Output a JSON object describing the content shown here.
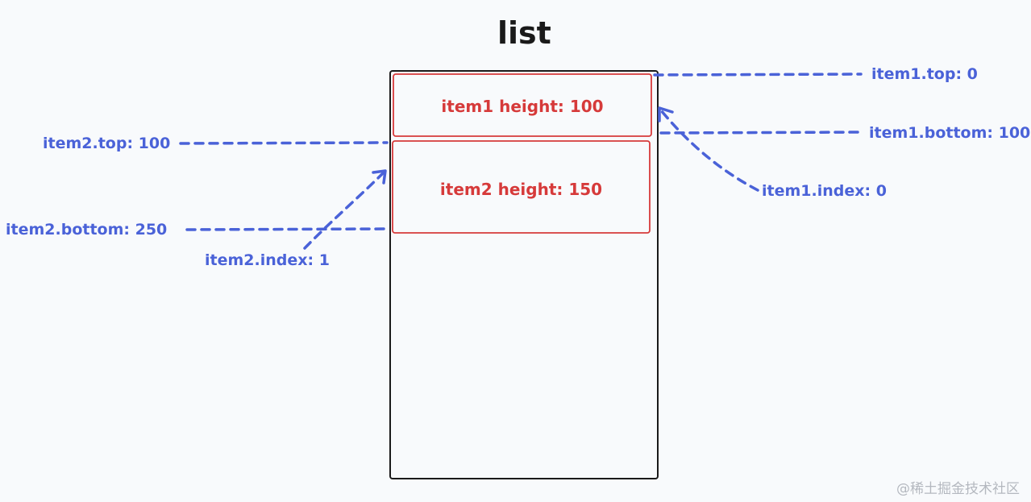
{
  "diagram": {
    "title": "list",
    "items": [
      {
        "label": "item1 height: 100"
      },
      {
        "label": "item2 height: 150"
      }
    ],
    "annotations": {
      "item1_top": "item1.top: 0",
      "item1_bottom": "item1.bottom: 100",
      "item1_index": "item1.index: 0",
      "item2_top": "item2.top: 100",
      "item2_bottom": "item2.bottom: 250",
      "item2_index": "item2.index: 1"
    },
    "colors": {
      "annotation": "#4a62d8",
      "item_border": "#d63a3a",
      "list_border": "#1a1a1a",
      "background": "#f8fafc"
    }
  },
  "watermark": "@稀土掘金技术社区"
}
